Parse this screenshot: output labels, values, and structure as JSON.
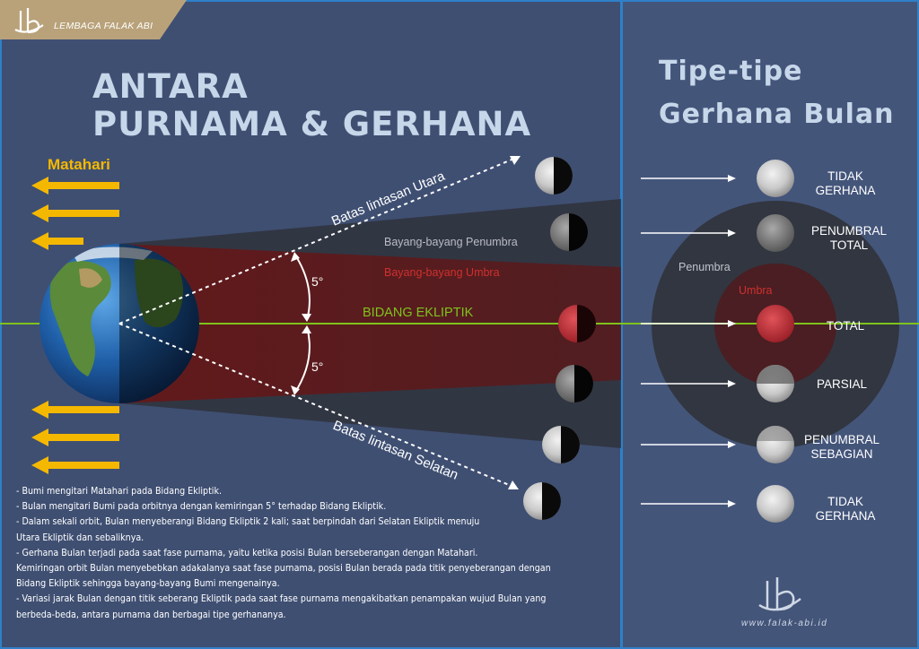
{
  "brand": {
    "name": "LEMBAGA FALAK ABI",
    "logo_letters": "lb",
    "website": "www.falak-abi.id"
  },
  "left_panel": {
    "title_line1": "ANTARA",
    "title_line2": "PURNAMA & GERHANA",
    "sun_label": "Matahari",
    "north_path_label": "Batas lintasan Utara",
    "south_path_label": "Batas lintasan Selatan",
    "penumbra_label": "Bayang-bayang Penumbra",
    "umbra_label": "Bayang-bayang Umbra",
    "ecliptic_label": "BIDANG EKLIPTIK",
    "angle_top": "5°",
    "angle_bottom": "5°"
  },
  "right_panel": {
    "title_line1": "Tipe-tipe",
    "title_line2": "Gerhana Bulan",
    "penumbra_label": "Penumbra",
    "umbra_label": "Umbra",
    "types": [
      {
        "line1": "TIDAK",
        "line2": "GERHANA"
      },
      {
        "line1": "PENUMBRAL",
        "line2": "TOTAL"
      },
      {
        "line1": "TOTAL",
        "line2": ""
      },
      {
        "line1": "PARSIAL",
        "line2": ""
      },
      {
        "line1": "PENUMBRAL",
        "line2": "SEBAGIAN"
      },
      {
        "line1": "TIDAK",
        "line2": "GERHANA"
      }
    ]
  },
  "notes": [
    "- Bumi  mengitari Matahari pada Bidang Ekliptik.",
    "- Bulan mengitari Bumi pada orbitnya dengan kemiringan 5° terhadap Bidang Ekliptik.",
    "- Dalam sekali orbit, Bulan menyeberangi Bidang Ekliptik 2 kali; saat berpindah dari Selatan Ekliptik menuju",
    "Utara Ekliptik dan sebaliknya.",
    "-  Gerhana Bulan terjadi pada saat fase purnama, yaitu ketika posisi Bulan berseberangan dengan Matahari.",
    "Kemiringan orbit Bulan menyebebkan adakalanya saat fase purnama, posisi Bulan berada pada titik penyeberangan dengan",
    "Bidang Ekliptik sehingga bayang-bayang Bumi mengenainya.",
    "- Variasi jarak Bulan dengan titik seberang Ekliptik pada saat fase purnama mengakibatkan penampakan wujud Bulan yang",
    "berbeda-beda, antara purnama dan berbagai tipe gerhananya."
  ],
  "colors": {
    "background": "#3f4f72",
    "panel_border": "#2f80c8",
    "title": "#c6d7ea",
    "sun_arrow": "#f5b800",
    "ecliptic": "#7fc31c",
    "umbra_text": "#d0302f",
    "brand_badge": "#b9a27a"
  }
}
